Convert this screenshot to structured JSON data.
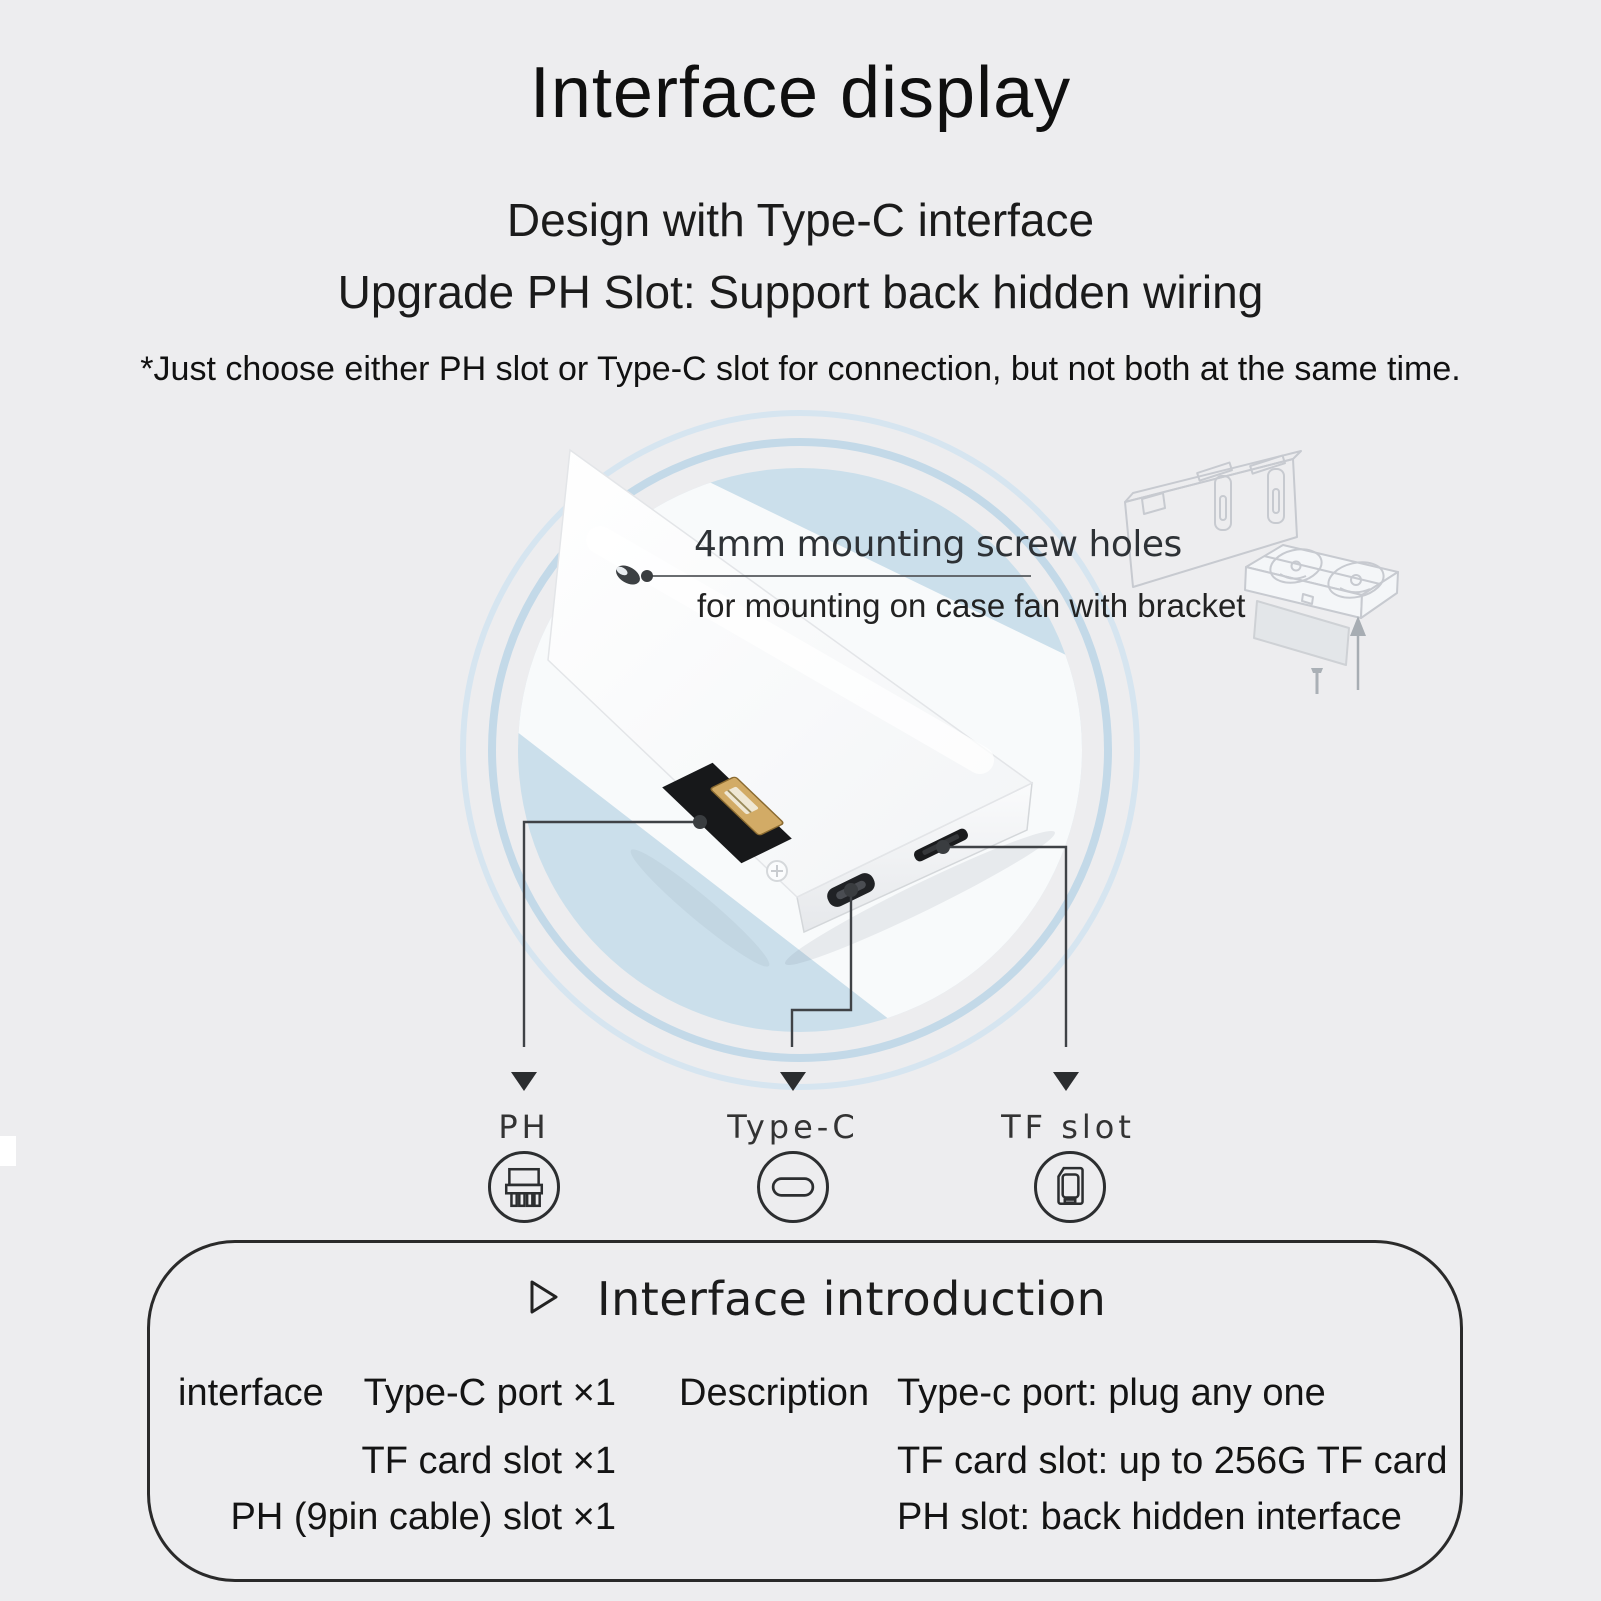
{
  "header": {
    "title": "Interface display",
    "subtitle1": "Design with Type-C interface",
    "subtitle2": "Upgrade PH Slot: Support back hidden wiring",
    "note": "*Just choose either PH slot or Type-C slot for connection,  but not both at the same time."
  },
  "diagram": {
    "screw_callout": {
      "line1": "4mm mounting screw holes",
      "line2": "for mounting on case fan with bracket"
    },
    "ports": [
      {
        "id": "ph",
        "label": "PH",
        "icon": "ph-connector-icon"
      },
      {
        "id": "typec",
        "label": "Type-C",
        "icon": "type-c-icon"
      },
      {
        "id": "tf",
        "label": "TF slot",
        "icon": "sd-card-icon"
      }
    ]
  },
  "intro_box": {
    "title": "Interface introduction",
    "interface_label": "interface",
    "description_label": "Description",
    "rows": [
      {
        "interface": "Type-C port ×1",
        "description": "Type-c port: plug any one"
      },
      {
        "interface": "TF card slot ×1",
        "description": "TF card slot: up to 256G TF card"
      },
      {
        "interface": "PH (9pin cable) slot ×1",
        "description": "PH slot: back hidden interface"
      }
    ]
  },
  "colors": {
    "background": "#ededef",
    "blue_fill": "#cbdfeb",
    "ring1": "#c3d9e8",
    "ring2": "#d6e5f0",
    "band": "#f8fafb",
    "ink": "#151515",
    "line": "#3f4246",
    "sketch": "#c7cad0"
  }
}
